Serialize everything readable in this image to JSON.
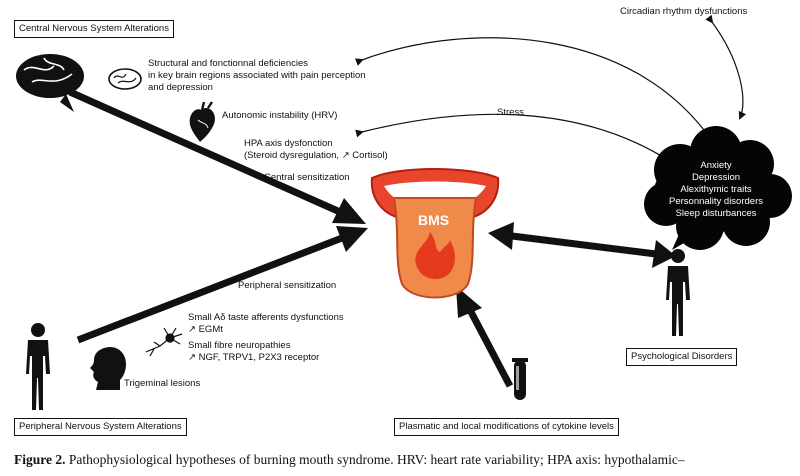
{
  "boxes": {
    "cns": "Central Nervous System Alterations",
    "pns": "Peripheral Nervous System Alterations",
    "psych": "Psychological Disorders",
    "cytokine": "Plasmatic and local modifications of cytokine levels"
  },
  "labels": {
    "circadian": "Circadian rhythm dysfunctions",
    "structural_1": "Structural and fonctionnal deficiencies",
    "structural_2": "in key brain regions associated with pain perception",
    "structural_3": "and depression",
    "autonomic": "Autonomic instability (HRV)",
    "stress": "Stress",
    "hpa_1": "HPA axis dysfonction",
    "hpa_2": "(Steroid dysregulation, ↗ Cortisol)",
    "central_sens": "Central sensitization",
    "peripheral_sens": "Peripheral sensitization",
    "small_ad_1": "Small Aδ taste afferents dysfunctions",
    "small_ad_2": "↗ EGMt",
    "small_fibre_1": "Small fibre neuropathies",
    "small_fibre_2": "↗ NGF, TRPV1, P2X3 receptor",
    "trigeminal": "Trigeminal lesions",
    "bms": "BMS"
  },
  "cloud": [
    "Anxiety",
    "Depression",
    "Alexithymic traits",
    "Personnality disorders",
    "Sleep disturbances"
  ],
  "caption": {
    "label": "Figure 2.",
    "text": " Pathophysiological hypotheses of burning mouth syndrome. HRV: heart rate variability; HPA axis: hypothalamic–"
  },
  "colors": {
    "mouth": "#e8452c",
    "tongue": "#f08a4b",
    "flame": "#e63a1e",
    "cloud": "#050505"
  }
}
